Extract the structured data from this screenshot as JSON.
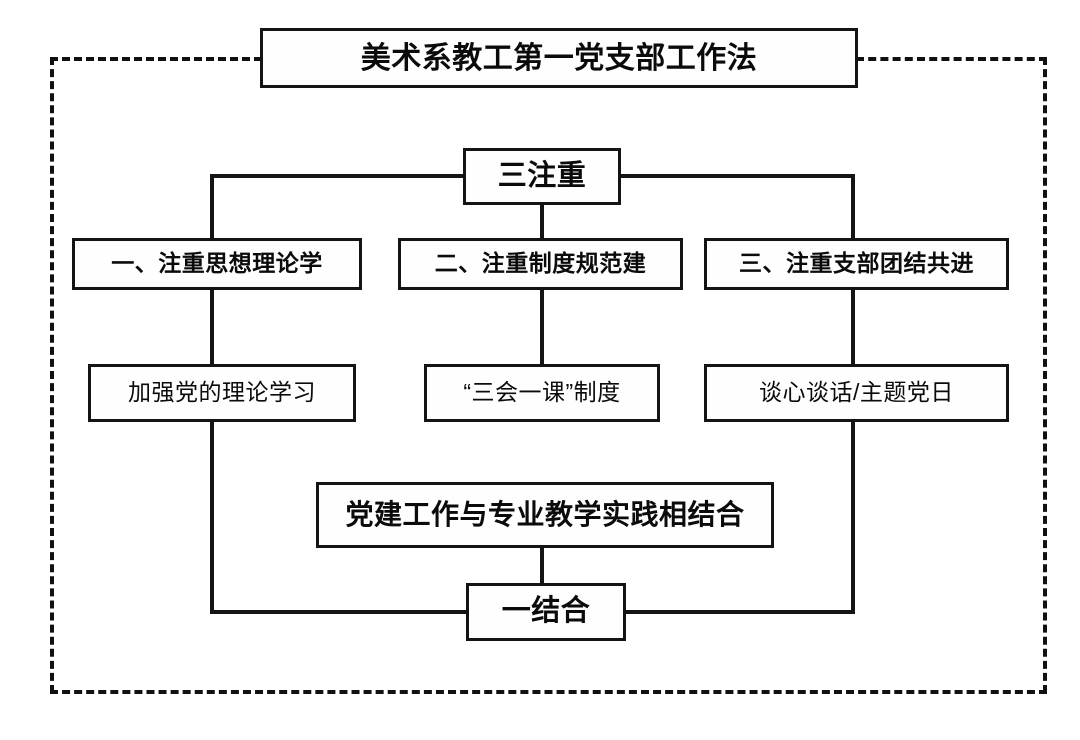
{
  "diagram": {
    "title_box": {
      "label": "美术系教工第一党支部工作法"
    },
    "hub_top": {
      "label": "三注重"
    },
    "hub_bottom": {
      "label": "一结合"
    },
    "branches": [
      {
        "label": "一、注重思想理论学"
      },
      {
        "label": "二、注重制度规范建"
      },
      {
        "label": "三、注重支部团结共进"
      }
    ],
    "leaves": [
      {
        "label": "加强党的理论学习"
      },
      {
        "label": "“三会一课”制度"
      },
      {
        "label": "谈心谈话/主题党日"
      }
    ],
    "wide_box": {
      "label": "党建工作与专业教学实践相结合"
    },
    "colors": {
      "line": "#141414",
      "text": "#0b0b0b",
      "background": "#ffffff"
    }
  }
}
